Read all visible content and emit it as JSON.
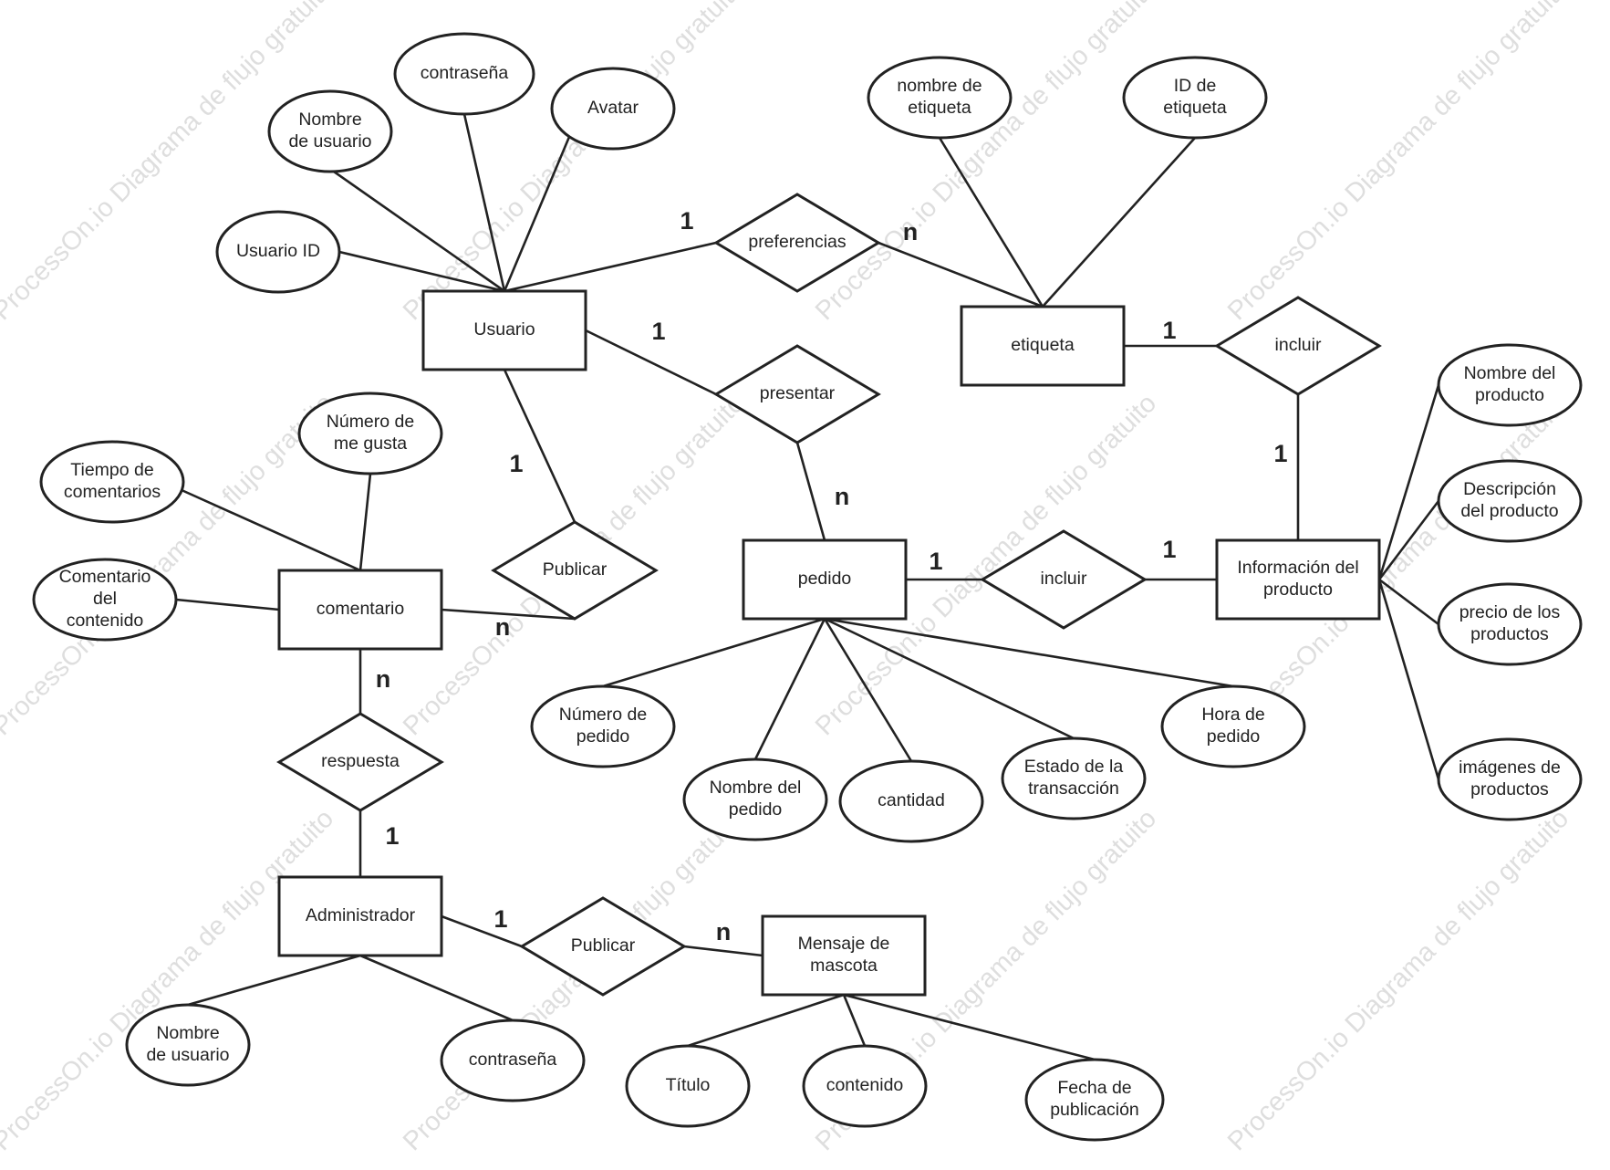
{
  "watermark": "ProcessOn.io Diagrama de flujo gratuito",
  "colors": {
    "stroke": "#222222",
    "fill": "#ffffff",
    "watermark": "#d4d4d4"
  },
  "entities": {
    "usuario": "Usuario",
    "etiqueta": "etiqueta",
    "comentario": "comentario",
    "pedido": "pedido",
    "info_producto": [
      "Información del",
      "producto"
    ],
    "administrador": "Administrador",
    "mensaje": [
      "Mensaje de",
      "mascota"
    ]
  },
  "relationships": {
    "preferencias": "preferencias",
    "presentar": "presentar",
    "incluir_etiqueta": "incluir",
    "publicar_comentario": "Publicar",
    "incluir_pedido": "incluir",
    "respuesta": "respuesta",
    "publicar_mensaje": "Publicar"
  },
  "attributes": {
    "contrasena_usuario": "contraseña",
    "nombre_usuario": [
      "Nombre",
      "de usuario"
    ],
    "avatar": "Avatar",
    "usuario_id": "Usuario ID",
    "nombre_etiqueta": [
      "nombre de",
      "etiqueta"
    ],
    "id_etiqueta": [
      "ID de",
      "etiqueta"
    ],
    "nombre_producto": [
      "Nombre del",
      "producto"
    ],
    "descripcion_producto": [
      "Descripción",
      "del producto"
    ],
    "precio_productos": [
      "precio de los",
      "productos"
    ],
    "imagenes_productos": [
      "imágenes de",
      "productos"
    ],
    "numero_me_gusta": [
      "Número de",
      "me gusta"
    ],
    "tiempo_comentarios": [
      "Tiempo de",
      "comentarios"
    ],
    "comentario_contenido": [
      "Comentario",
      "del",
      "contenido"
    ],
    "numero_pedido": [
      "Número de",
      "pedido"
    ],
    "nombre_pedido": [
      "Nombre del",
      "pedido"
    ],
    "cantidad": "cantidad",
    "estado_transaccion": [
      "Estado de la",
      "transacción"
    ],
    "hora_pedido": [
      "Hora de",
      "pedido"
    ],
    "nombre_usuario_admin": [
      "Nombre",
      "de usuario"
    ],
    "contrasena_admin": "contraseña",
    "titulo": "Título",
    "contenido": "contenido",
    "fecha_publicacion": [
      "Fecha de",
      "publicación"
    ]
  },
  "cardinalities": {
    "usuario_preferencias": "1",
    "preferencias_etiqueta": "n",
    "usuario_presentar": "1",
    "presentar_pedido": "n",
    "etiqueta_incluir": "1",
    "incluir_info": "1",
    "usuario_publicar": "1",
    "publicar_comentario": "n",
    "pedido_incluir": "1",
    "incluir_pedido_info": "1",
    "comentario_respuesta": "n",
    "respuesta_admin": "1",
    "admin_publicar": "1",
    "publicar_mensaje": "n"
  }
}
